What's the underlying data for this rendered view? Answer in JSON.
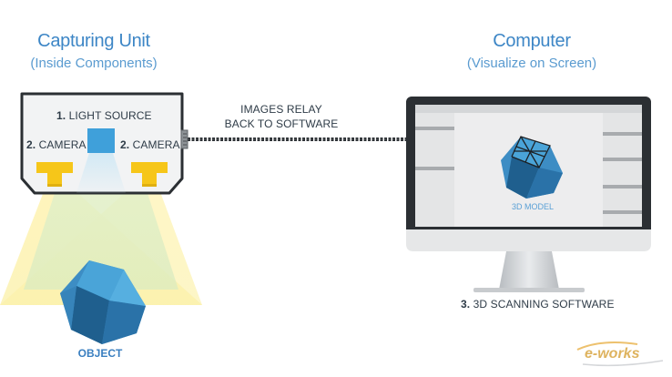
{
  "capturing_unit": {
    "title": "Capturing Unit",
    "subtitle": "(Inside Components)",
    "light_source_number": "1.",
    "light_source_label": "LIGHT SOURCE",
    "camera_left_number": "2.",
    "camera_left_label": "CAMERA",
    "camera_right_number": "2.",
    "camera_right_label": "CAMERA"
  },
  "relay": {
    "line1": "IMAGES RELAY",
    "line2": "BACK TO SOFTWARE"
  },
  "computer": {
    "title": "Computer",
    "subtitle": "(Visualize on Screen)",
    "model_label": "3D MODEL",
    "software_number": "3.",
    "software_label": "3D SCANNING SOFTWARE"
  },
  "object": {
    "label": "OBJECT"
  },
  "watermark": {
    "text": "e-works"
  },
  "colors": {
    "heading_blue": "#3d86c6",
    "camera_yellow": "#f6c619",
    "light_blue": "#3fa0da",
    "cable_dark": "#2b2f33"
  }
}
